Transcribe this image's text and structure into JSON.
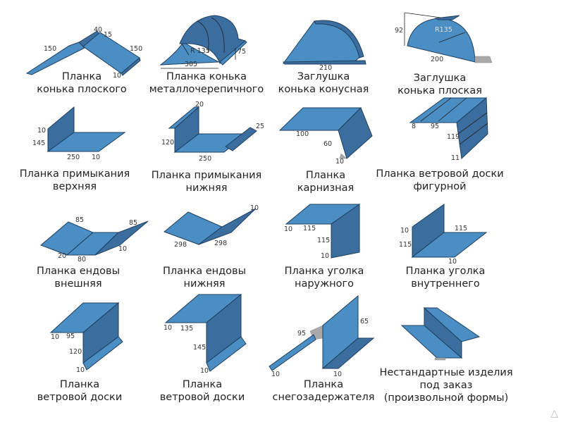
{
  "items": [
    {
      "caption_lines": [
        "Планка",
        "конька плоского"
      ],
      "dims": [
        "150",
        "40",
        "15",
        "150",
        "10"
      ]
    },
    {
      "caption_lines": [
        "Планка конька",
        "металлочерепичного"
      ],
      "dims": [
        "R 135",
        "75",
        "305"
      ]
    },
    {
      "caption_lines": [
        "Заглушка",
        "конька конусная"
      ],
      "dims": [
        "210"
      ]
    },
    {
      "caption_lines": [
        "Заглушка",
        "конька плоская"
      ],
      "dims": [
        "92",
        "R135",
        "200"
      ]
    },
    {
      "caption_lines": [
        "Планка примыкания",
        "верхняя"
      ],
      "dims": [
        "10",
        "145",
        "250",
        "10"
      ]
    },
    {
      "caption_lines": [
        "Планка примыкания",
        "нижняя"
      ],
      "dims": [
        "20",
        "120",
        "250",
        "25"
      ]
    },
    {
      "caption_lines": [
        "Планка",
        "карнизная"
      ],
      "dims": [
        "100",
        "60",
        "10"
      ]
    },
    {
      "caption_lines": [
        "Планка ветровой доски",
        "фигурной"
      ],
      "dims": [
        "8",
        "95",
        "119",
        "11"
      ]
    },
    {
      "caption_lines": [
        "Планка ендовы",
        "внешняя"
      ],
      "dims": [
        "85",
        "85",
        "20",
        "80",
        "10"
      ]
    },
    {
      "caption_lines": [
        "Планка ендовы",
        "нижняя"
      ],
      "dims": [
        "10",
        "298",
        "298"
      ]
    },
    {
      "caption_lines": [
        "Планка уголка",
        "наружного"
      ],
      "dims": [
        "10",
        "115",
        "115",
        "10"
      ]
    },
    {
      "caption_lines": [
        "Планка уголка",
        "внутреннего"
      ],
      "dims": [
        "10",
        "115",
        "115",
        "10"
      ]
    },
    {
      "caption_lines": [
        "Планка",
        "ветровой доски"
      ],
      "dims": [
        "10",
        "95",
        "120",
        "10"
      ]
    },
    {
      "caption_lines": [
        "Планка",
        "ветровой доски"
      ],
      "dims": [
        "10",
        "135",
        "145",
        "10"
      ]
    },
    {
      "caption_lines": [
        "Планка",
        "снегозадержателя"
      ],
      "dims": [
        "95",
        "65",
        "10",
        "10"
      ]
    },
    {
      "caption_lines": [
        "Нестандартные изделия",
        "под заказ",
        "(произвольной формы)"
      ],
      "dims": []
    }
  ],
  "colors": {
    "light": "#4a8ec4",
    "dark": "#3b6e9e",
    "outline": "#1f3f5f"
  },
  "watermark_icon": "triangle-logo-icon"
}
